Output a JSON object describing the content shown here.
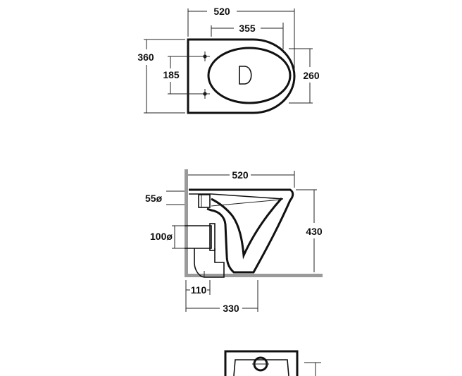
{
  "top_view": {
    "width_label": "520",
    "inner_width_label": "355",
    "depth_label": "360",
    "bolt_spacing_label": "185",
    "bowl_depth_label": "260",
    "bowl_mark": "D"
  },
  "side_view": {
    "width_label": "520",
    "inlet_label": "55ø",
    "outlet_label": "100ø",
    "height_label": "430",
    "outlet_offset_label": "110",
    "outlet_distance_label": "330"
  },
  "colors": {
    "line": "#111111",
    "wall": "#9a9a9a"
  }
}
